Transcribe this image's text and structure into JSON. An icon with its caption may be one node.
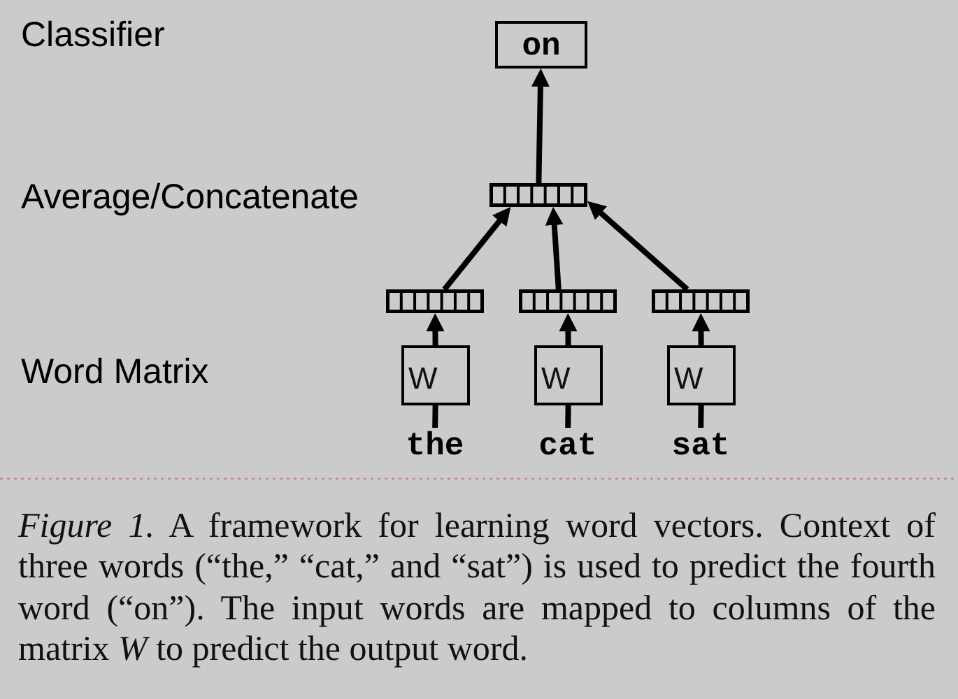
{
  "diagram": {
    "caption": "*Figure 1.* A framework for learning word vectors. Context of three words (“the,” “cat,” and “sat”) is used to predict the fourth word (“on”). The input words are mapped to columns of the matrix *W* to predict the output word.",
    "nodes": [
      {
        "text": [
          "on"
        ]
      },
      {
        "text": [],
        "shape": "bar"
      },
      {
        "text": [],
        "shape": "bar"
      },
      {
        "text": [],
        "shape": "bar"
      },
      {
        "text": [],
        "shape": "bar"
      },
      {
        "text": [
          "W"
        ]
      },
      {
        "text": [
          "W"
        ]
      },
      {
        "text": [
          "W"
        ]
      },
      {
        "text": [
          "the"
        ]
      },
      {
        "text": [
          "cat"
        ]
      },
      {
        "text": [
          "sat"
        ]
      }
    ],
    "edges": [
      {
        "from": 1,
        "to": 0,
        "arrow": "to"
      },
      {
        "from": 2,
        "to": 1,
        "arrow": "to"
      },
      {
        "from": 3,
        "to": 1,
        "arrow": "to"
      },
      {
        "from": 4,
        "to": 1,
        "arrow": "to"
      },
      {
        "from": 5,
        "to": 2,
        "arrow": "to"
      },
      {
        "from": 6,
        "to": 3,
        "arrow": "to"
      },
      {
        "from": 7,
        "to": 4,
        "arrow": "to"
      },
      {
        "from": 8,
        "to": 5,
        "arrow": "none"
      },
      {
        "from": 9,
        "to": 6,
        "arrow": "none"
      },
      {
        "from": 10,
        "to": 7,
        "arrow": "none"
      }
    ],
    "labels": [
      "Classifier",
      "Average/Concatenate",
      "Word Matrix"
    ]
  }
}
